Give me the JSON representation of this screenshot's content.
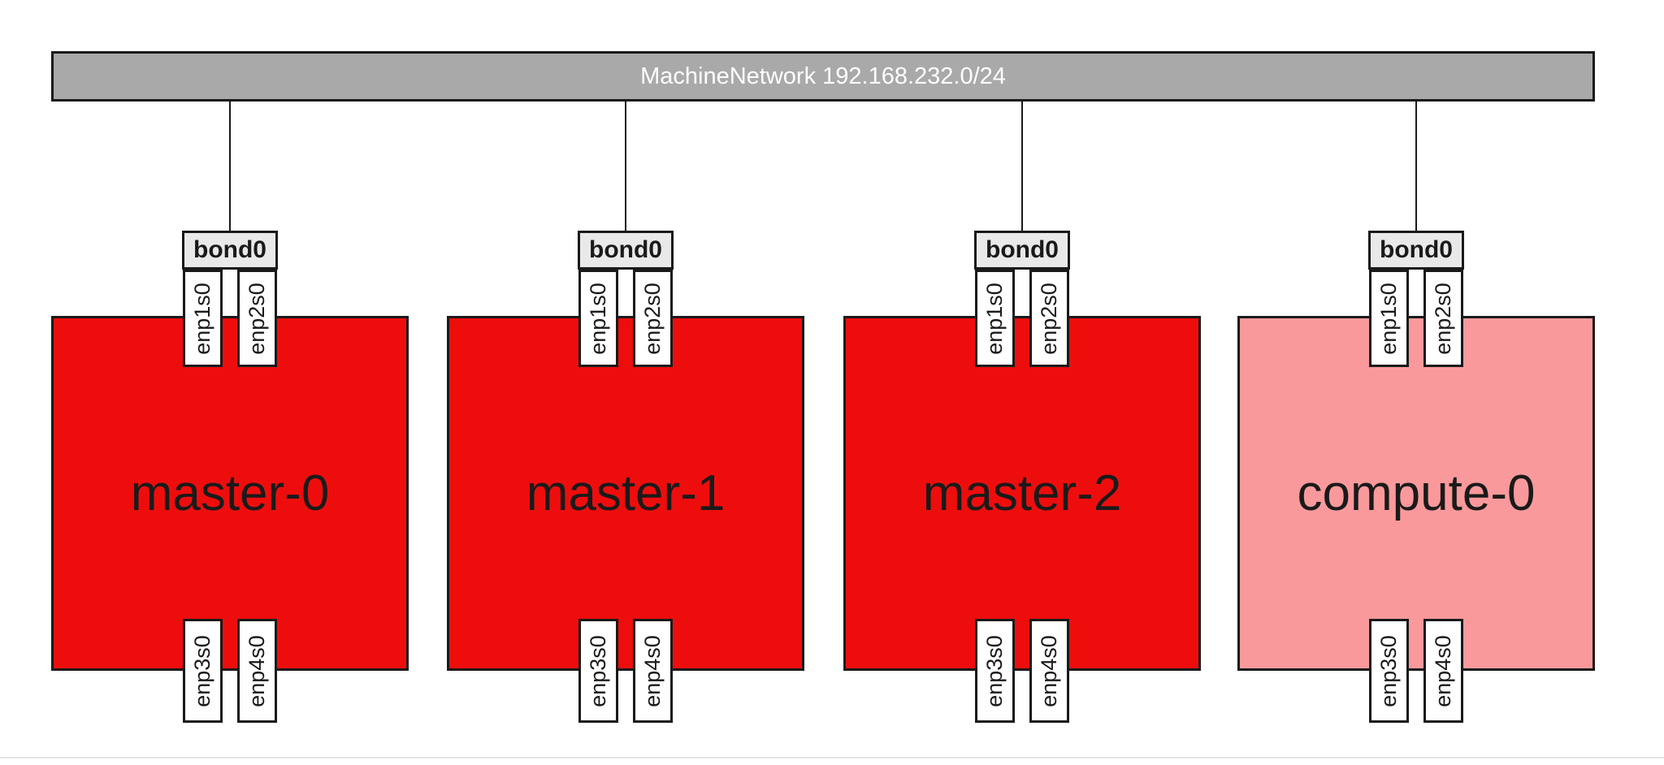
{
  "diagram": {
    "network_bar": {
      "label": "MachineNetwork 192.168.232.0/24",
      "fill": "#a9a9a9",
      "text_color": "#ffffff"
    },
    "colors": {
      "background": "#ffffff",
      "border": "#1a1a1a",
      "master_fill": "#ee0d0d",
      "compute_fill": "#fa999b",
      "bond_fill": "#e9e9e9",
      "interface_fill": "#ffffff",
      "bond_text": "#1a1a1a",
      "interface_text": "#1a1a1a",
      "node_text": "#1a1a1a",
      "divider": "#e4e4e4"
    },
    "nodes": [
      {
        "label": "master-0",
        "role": "master",
        "fill": "#ee0d0d",
        "bond": "bond0",
        "top_interfaces": [
          "enp1s0",
          "enp2s0"
        ],
        "bottom_interfaces": [
          "enp3s0",
          "enp4s0"
        ]
      },
      {
        "label": "master-1",
        "role": "master",
        "fill": "#ee0d0d",
        "bond": "bond0",
        "top_interfaces": [
          "enp1s0",
          "enp2s0"
        ],
        "bottom_interfaces": [
          "enp3s0",
          "enp4s0"
        ]
      },
      {
        "label": "master-2",
        "role": "master",
        "fill": "#ee0d0d",
        "bond": "bond0",
        "top_interfaces": [
          "enp1s0",
          "enp2s0"
        ],
        "bottom_interfaces": [
          "enp3s0",
          "enp4s0"
        ]
      },
      {
        "label": "compute-0",
        "role": "compute",
        "fill": "#fa999b",
        "bond": "bond0",
        "top_interfaces": [
          "enp1s0",
          "enp2s0"
        ],
        "bottom_interfaces": [
          "enp3s0",
          "enp4s0"
        ]
      }
    ]
  }
}
